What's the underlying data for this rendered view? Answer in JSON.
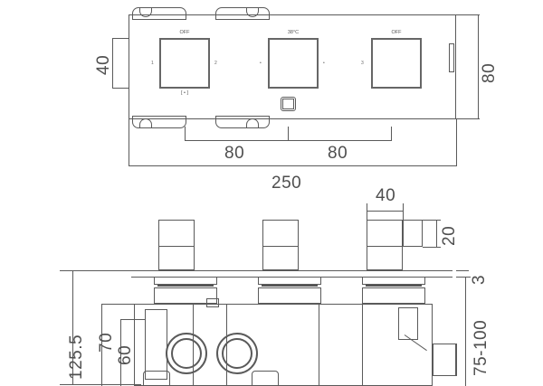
{
  "drawing": {
    "title": "Thermostatic shower valve dimension drawing",
    "line_color": "#5a5a5a",
    "text_color": "#4f4f4f",
    "background": "#ffffff"
  },
  "front_view": {
    "name": "front-view",
    "plate_width_mm": 250,
    "plate_height_mm": 80,
    "controls": [
      {
        "id": "left-control",
        "top_label": "OFF",
        "left_index": "1",
        "right_index": "2",
        "bottom_label": "[ • ]"
      },
      {
        "id": "center-control",
        "top_label": "38°C",
        "left_index": "•",
        "right_index": "•",
        "bottom_label": ""
      },
      {
        "id": "right-control",
        "top_label": "OFF",
        "left_index": "3",
        "right_index": "",
        "bottom_label": ""
      }
    ],
    "diverter_button": {
      "name": "diverter-button",
      "label": ""
    },
    "dimensions": {
      "height_left": "40",
      "height_right": "80",
      "span_left": "80",
      "span_right": "80",
      "total_width": "250"
    }
  },
  "section_view": {
    "name": "section-view",
    "dimensions": {
      "overall_height": "125.5",
      "body_height": "70",
      "inner_height": "60",
      "handle_width": "40",
      "handle_depth": "20",
      "wall_thickness": "3",
      "install_depth": "75-100"
    }
  }
}
